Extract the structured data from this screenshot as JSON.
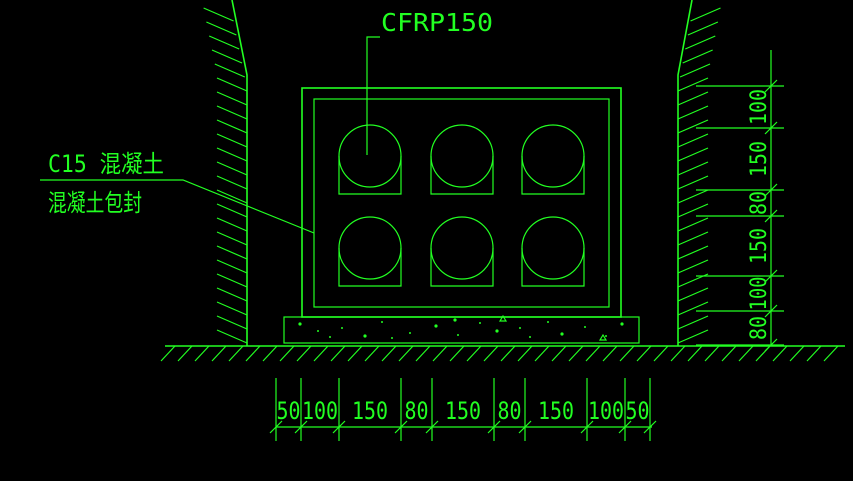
{
  "colors": {
    "background": "#000000",
    "lines": "#22ff22"
  },
  "labels": {
    "pipe_type": "CFRP150",
    "concrete_grade": "C15 混凝土",
    "encasement": "混凝土包封"
  },
  "horizontal_dims": [
    "50",
    "100",
    "150",
    "80",
    "150",
    "80",
    "150",
    "100",
    "50"
  ],
  "vertical_dims": [
    "80",
    "100",
    "150",
    "80",
    "150",
    "100"
  ]
}
